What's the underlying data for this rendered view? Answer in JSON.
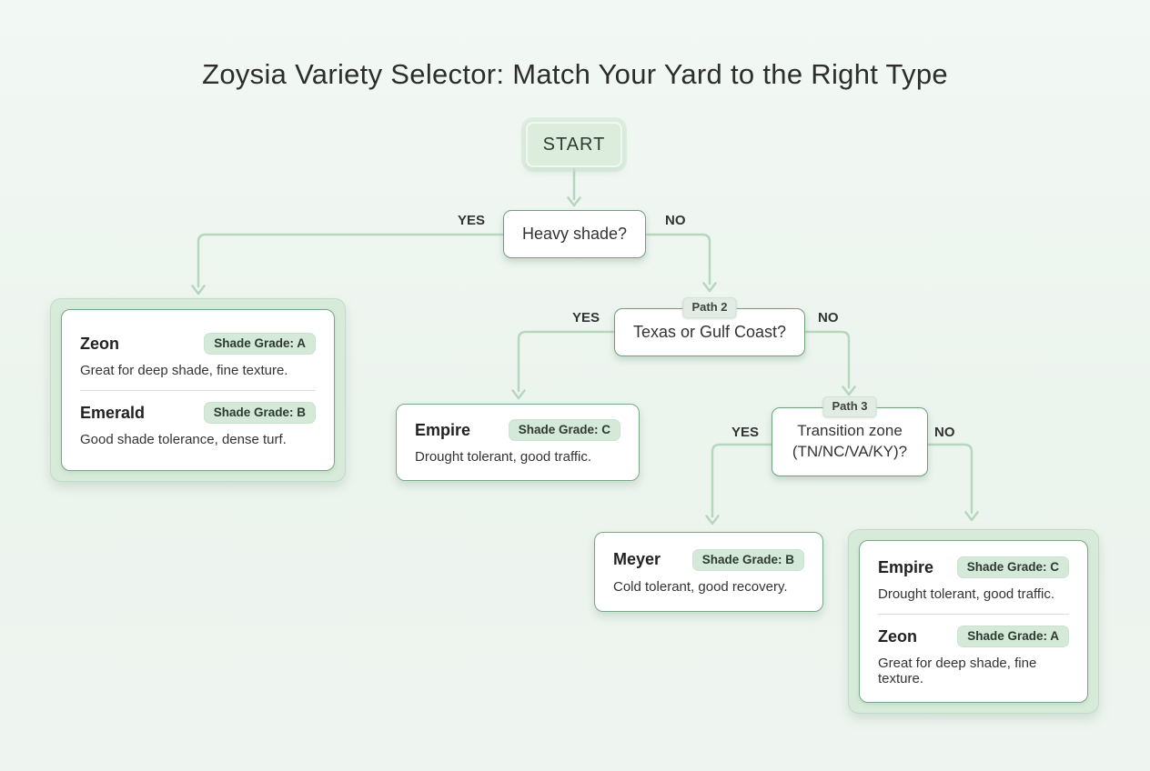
{
  "title": "Zoysia Variety Selector: Match Your Yard to the Right Type",
  "flow": {
    "start_label": "START",
    "d1": {
      "question": "Heavy shade?",
      "yes": "YES",
      "no": "NO"
    },
    "d2": {
      "tag": "Path 2",
      "question": "Texas or Gulf Coast?",
      "yes": "YES",
      "no": "NO"
    },
    "d3": {
      "tag": "Path 3",
      "question": "Transition zone (TN/NC/VA/KY)?",
      "yes": "YES",
      "no": "NO"
    }
  },
  "cards": {
    "heavy_shade": {
      "entries": [
        {
          "name": "Zeon",
          "badge": "Shade Grade: A",
          "desc": "Great for deep shade, fine texture."
        },
        {
          "name": "Emerald",
          "badge": "Shade Grade: B",
          "desc": "Good shade tolerance, dense turf."
        }
      ]
    },
    "gulf_coast": {
      "entries": [
        {
          "name": "Empire",
          "badge": "Shade Grade: C",
          "desc": "Drought tolerant, good traffic."
        }
      ]
    },
    "transition_zone": {
      "entries": [
        {
          "name": "Meyer",
          "badge": "Shade Grade: B",
          "desc": "Cold tolerant, good recovery."
        }
      ]
    },
    "southeast": {
      "entries": [
        {
          "name": "Empire",
          "badge": "Shade Grade: C",
          "desc": "Drought tolerant, good traffic."
        },
        {
          "name": "Zeon",
          "badge": "Shade Grade: A",
          "desc": "Great for deep shade, fine texture."
        }
      ]
    }
  },
  "colors": {
    "canvas_bg": "#eef5f0",
    "node_border": "#6fa07e",
    "connector": "#b7d6be",
    "start_fill": "#dcedde",
    "duo_fill": "#d8ebdb",
    "badge_bg": "#d5e9d8",
    "text": "#2e2e2e"
  }
}
